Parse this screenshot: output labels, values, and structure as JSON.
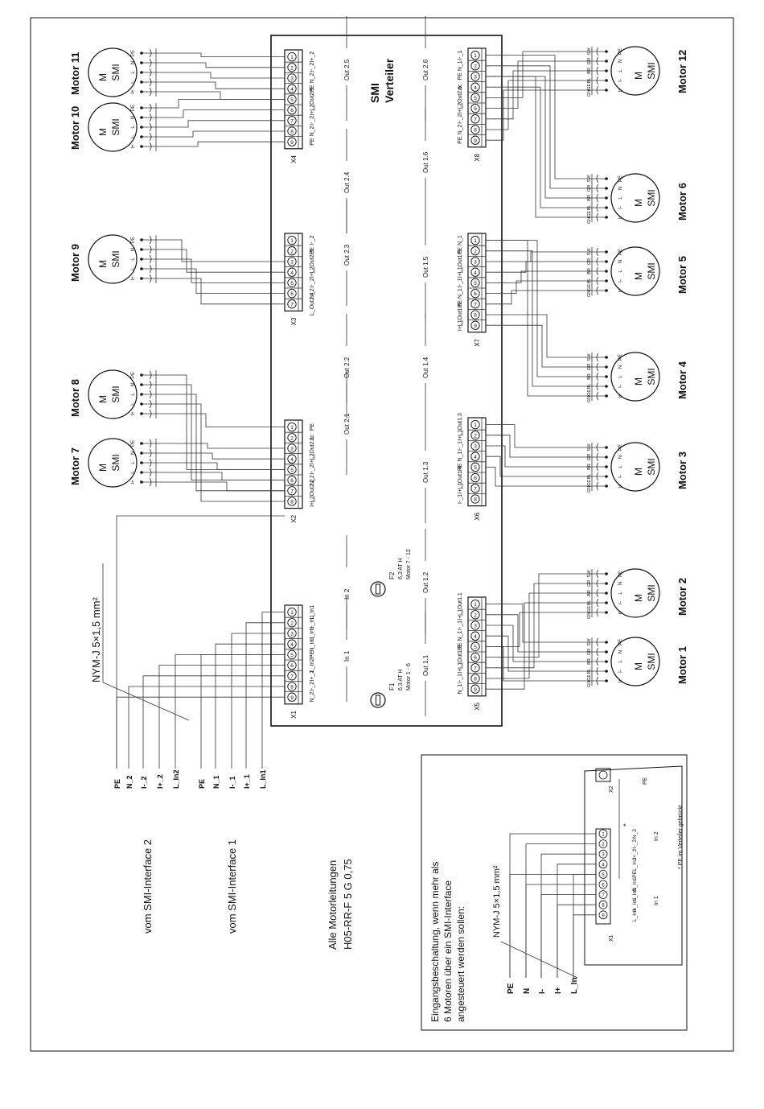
{
  "distributor": {
    "title_1": "SMI",
    "title_2": "Verteiler"
  },
  "blocks": {
    "x1": {
      "label": "X1",
      "terminals": [
        "L_In1",
        "I+_In1",
        "I-_In1",
        "N_In1",
        "PE",
        "L_In2",
        "I+_2",
        "I-_2",
        "N_2"
      ],
      "group_labels": [
        "In 1",
        "In 2"
      ]
    },
    "x2": {
      "label": "X2",
      "terminals": [
        "PE",
        "nc",
        "L_Out2.1",
        "I+_2",
        "I-_2",
        "N_2",
        "L_Out2.2",
        "I+_2"
      ],
      "group_labels": [
        "Out 2.1",
        "Out 2.2"
      ]
    },
    "x3": {
      "label": "X3",
      "terminals": [
        "I-_2",
        "PE",
        "L_Out2.3",
        "I+_2",
        "I-_2",
        "N_2",
        "L_Out2.4"
      ],
      "group_labels": [
        "Out 2.3",
        "Out 2.4"
      ]
    },
    "x4": {
      "label": "X4",
      "terminals": [
        "I+_2",
        "I-_2",
        "N_2",
        "PE",
        "L_Out2.5",
        "I+_2",
        "I-_2",
        "N_2",
        "PE"
      ],
      "group_labels": [
        "Out 2.5"
      ]
    },
    "x5": {
      "label": "X5",
      "terminals": [
        "L_Out1.1",
        "I+_1",
        "I-_1",
        "N_1",
        "PE",
        "L_Out1.2",
        "I+_1",
        "I-_1",
        "N_1"
      ],
      "group_labels": [
        "Out 1.1",
        "Out 1.2"
      ]
    },
    "x6": {
      "label": "X6",
      "terminals": [
        "L_Out1.3",
        "I+_1",
        "I-_1",
        "N_1",
        "PE",
        "L_Out1.4",
        "I+_1",
        "I-_1"
      ],
      "group_labels": [
        "Out 1.3",
        "Out 1.4"
      ]
    },
    "x7": {
      "label": "X7",
      "terminals": [
        "N_1",
        "PE",
        "L_Out1.5",
        "I+_1",
        "I-_1",
        "N_1",
        "PE",
        "L_Out1.6",
        "I+_1"
      ],
      "group_labels": [
        "Out 1.5",
        "Out 1.6"
      ]
    },
    "x8": {
      "label": "X8",
      "terminals": [
        "I-_1",
        "N_1",
        "PE",
        "nc",
        "L_Out2.6",
        "I+_2",
        "I-_2",
        "N_2",
        "PE"
      ],
      "group_labels": [
        "Out 2.6"
      ]
    }
  },
  "fuses": [
    {
      "label": "F1",
      "rating": "6,3 AT H",
      "scope": "Motor 1 - 6"
    },
    {
      "label": "F2",
      "rating": "6,3 AT H",
      "scope": "Motor 7 - 12"
    }
  ],
  "motor_text": {
    "m": "M",
    "smi": "SMI"
  },
  "motors": [
    "Motor 1",
    "Motor 2",
    "Motor 3",
    "Motor 4",
    "Motor 5",
    "Motor 6",
    "Motor 7",
    "Motor 8",
    "Motor 9",
    "Motor 10",
    "Motor 11",
    "Motor 12"
  ],
  "motor_pins": [
    "I+",
    "I-",
    "L",
    "N",
    "PE"
  ],
  "wire_colors": [
    "SW",
    "GR",
    "BR",
    "BL",
    "GNGE"
  ],
  "cable": {
    "spec": "NYM-J 5×1,5 mm²"
  },
  "inputs": {
    "interface_2": [
      "PE",
      "N_2",
      "I-_2",
      "I+_2",
      "L_In2"
    ],
    "interface_1": [
      "PE",
      "N_1",
      "I-_1",
      "I+_1",
      "L_In1"
    ],
    "label_2": "vom SMI-Interface 2",
    "label_1": "vom SMI-Interface 1"
  },
  "note": {
    "line_1": "Alle Motorleitungen",
    "line_2": "H05-RR-F 5 G 0,75"
  },
  "inset": {
    "line_1": "Eingangsbeschaltung, wenn mehr als",
    "line_2": "6 Motoren über ein SMI-Interface",
    "line_3": "angesteuert werden sollen:",
    "cable": "NYM-J 5×1,5 mm²",
    "leads": [
      "PE",
      "N",
      "I-",
      "I+",
      "L_In"
    ],
    "footnote": "* PE im Verteiler gebrückt",
    "asterisk": "*"
  }
}
